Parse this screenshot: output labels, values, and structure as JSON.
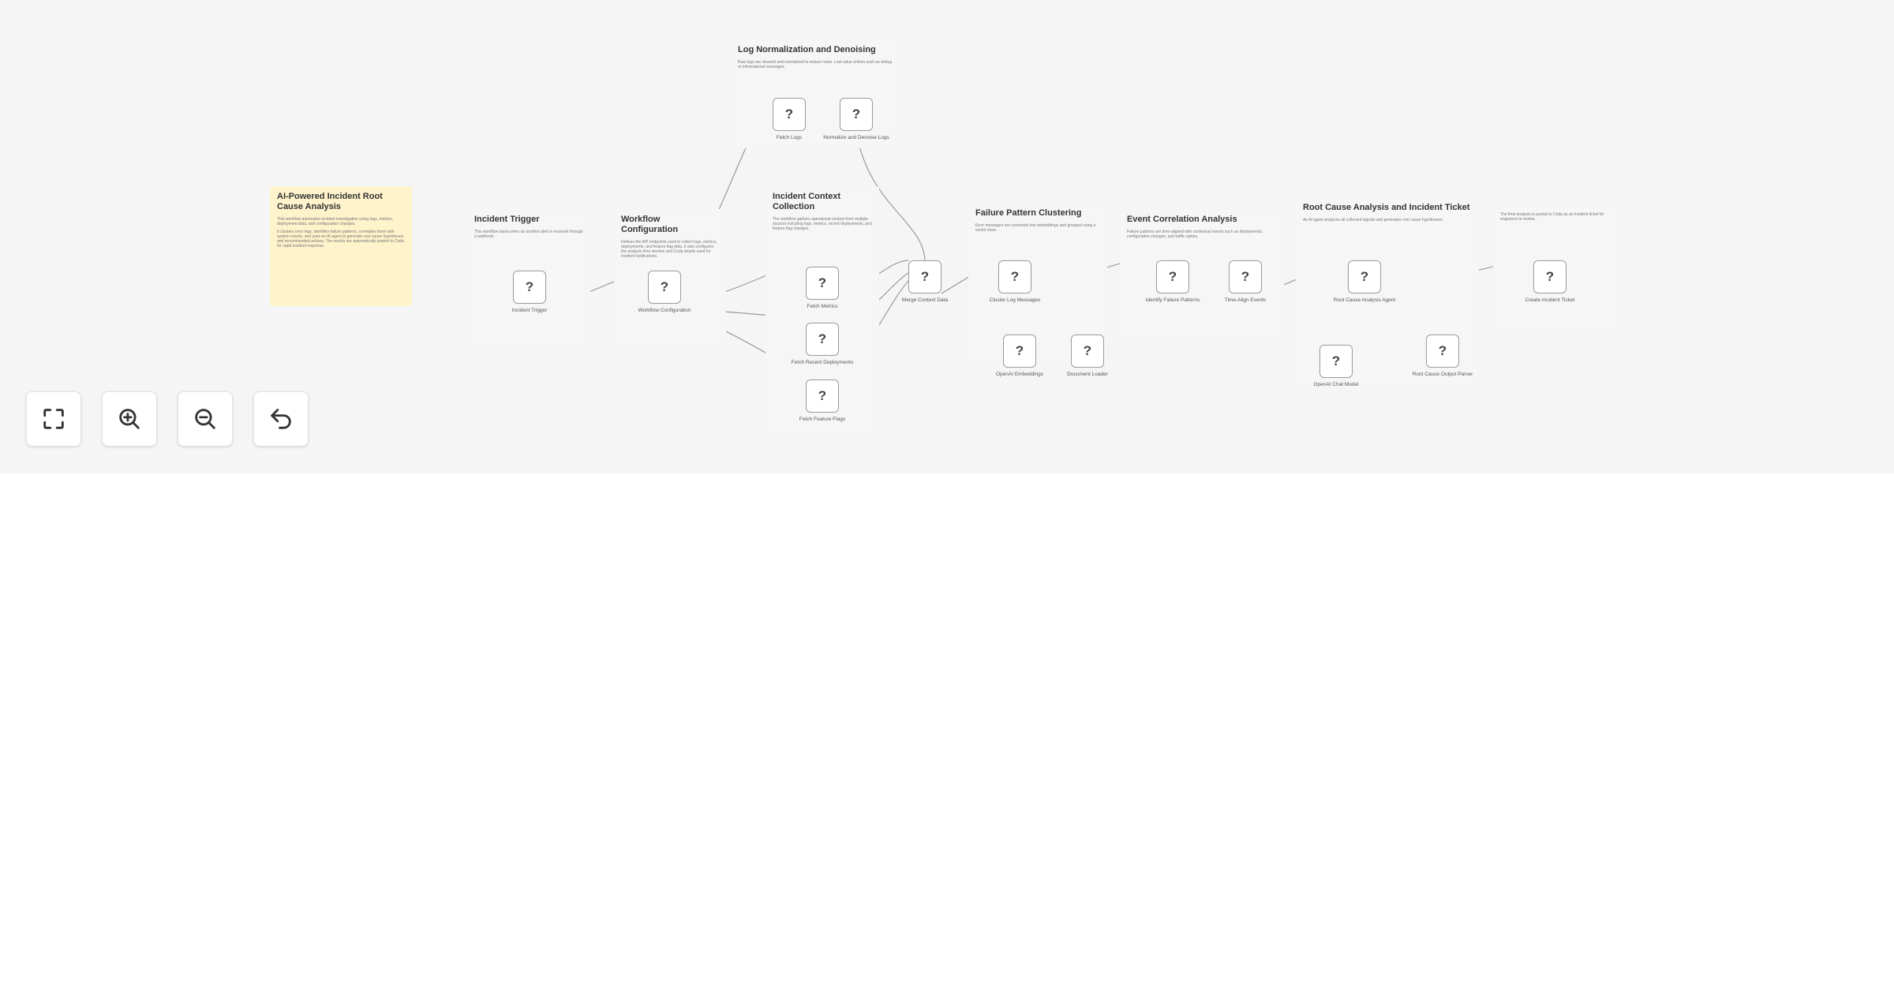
{
  "canvas": {
    "background": "#f5f5f5",
    "node_glyph": "?"
  },
  "notes": {
    "main": {
      "title": "AI-Powered Incident Root Cause Analysis",
      "p1": "This workflow automates incident investigation using logs, metrics, deployment data, and configuration changes.",
      "p2": "It clusters error logs, identifies failure patterns, correlates them with system events, and uses an AI agent to generate root cause hypotheses and recommended actions. The results are automatically posted to Coda for rapid incident response."
    },
    "trigger": {
      "title": "Incident Trigger",
      "desc": "This workflow starts when an incident alert is received through a webhook."
    },
    "config": {
      "title": "Workflow Configuration",
      "desc": "Defines the API endpoints used to collect logs, metrics, deployments, and feature flag data. It also configures the analysis time window and Coda details used for incident notifications."
    },
    "context": {
      "title": "Incident Context Collection",
      "desc": "The workflow gathers operational context from multiple sources including logs, metrics, recent deployments, and feature flag changes."
    },
    "logs": {
      "title": "Log Normalization and Denoising",
      "desc": "Raw logs are cleaned and normalized to reduce noise. Low-value entries such as debug or informational messages."
    },
    "cluster": {
      "title": "Failure Pattern Clustering",
      "desc": "Error messages are converted into embeddings and grouped using a vector store."
    },
    "correlation": {
      "title": "Event Correlation Analysis",
      "desc": "Failure patterns are time-aligned with contextual events such as deployments, configuration changes, and traffic spikes."
    },
    "rca": {
      "title": "Root Cause Analysis and Incident Ticket",
      "desc": "An AI agent analyzes all collected signals and generates root cause hypotheses."
    },
    "ticket": {
      "desc": "The final analysis is posted to Coda as an incident ticket for engineers to review."
    }
  },
  "nodes": {
    "incident_trigger": "Incident Trigger",
    "workflow_configuration": "Workflow Configuration",
    "fetch_logs": "Fetch Logs",
    "normalize_logs": "Normalize and Denoise Logs",
    "fetch_metrics": "Fetch Metrics",
    "fetch_deployments": "Fetch Recent Deployments",
    "fetch_flags": "Fetch Feature Flags",
    "merge_context": "Merge Context Data",
    "cluster_logs": "Cluster Log Messages",
    "openai_embeddings": "OpenAI Embeddings",
    "document_loader": "Document Loader",
    "identify_patterns": "Identify Failure Patterns",
    "time_align": "Time-Align Events",
    "rca_agent": "Root Cause Analysis Agent",
    "openai_chat": "OpenAI Chat Model",
    "output_parser": "Root Cause Output Parser",
    "create_ticket": "Create Incident Ticket"
  },
  "controls": {
    "fit_view": "fit-view-icon",
    "zoom_in": "zoom-in-icon",
    "zoom_out": "zoom-out-icon",
    "reset": "undo-icon"
  }
}
